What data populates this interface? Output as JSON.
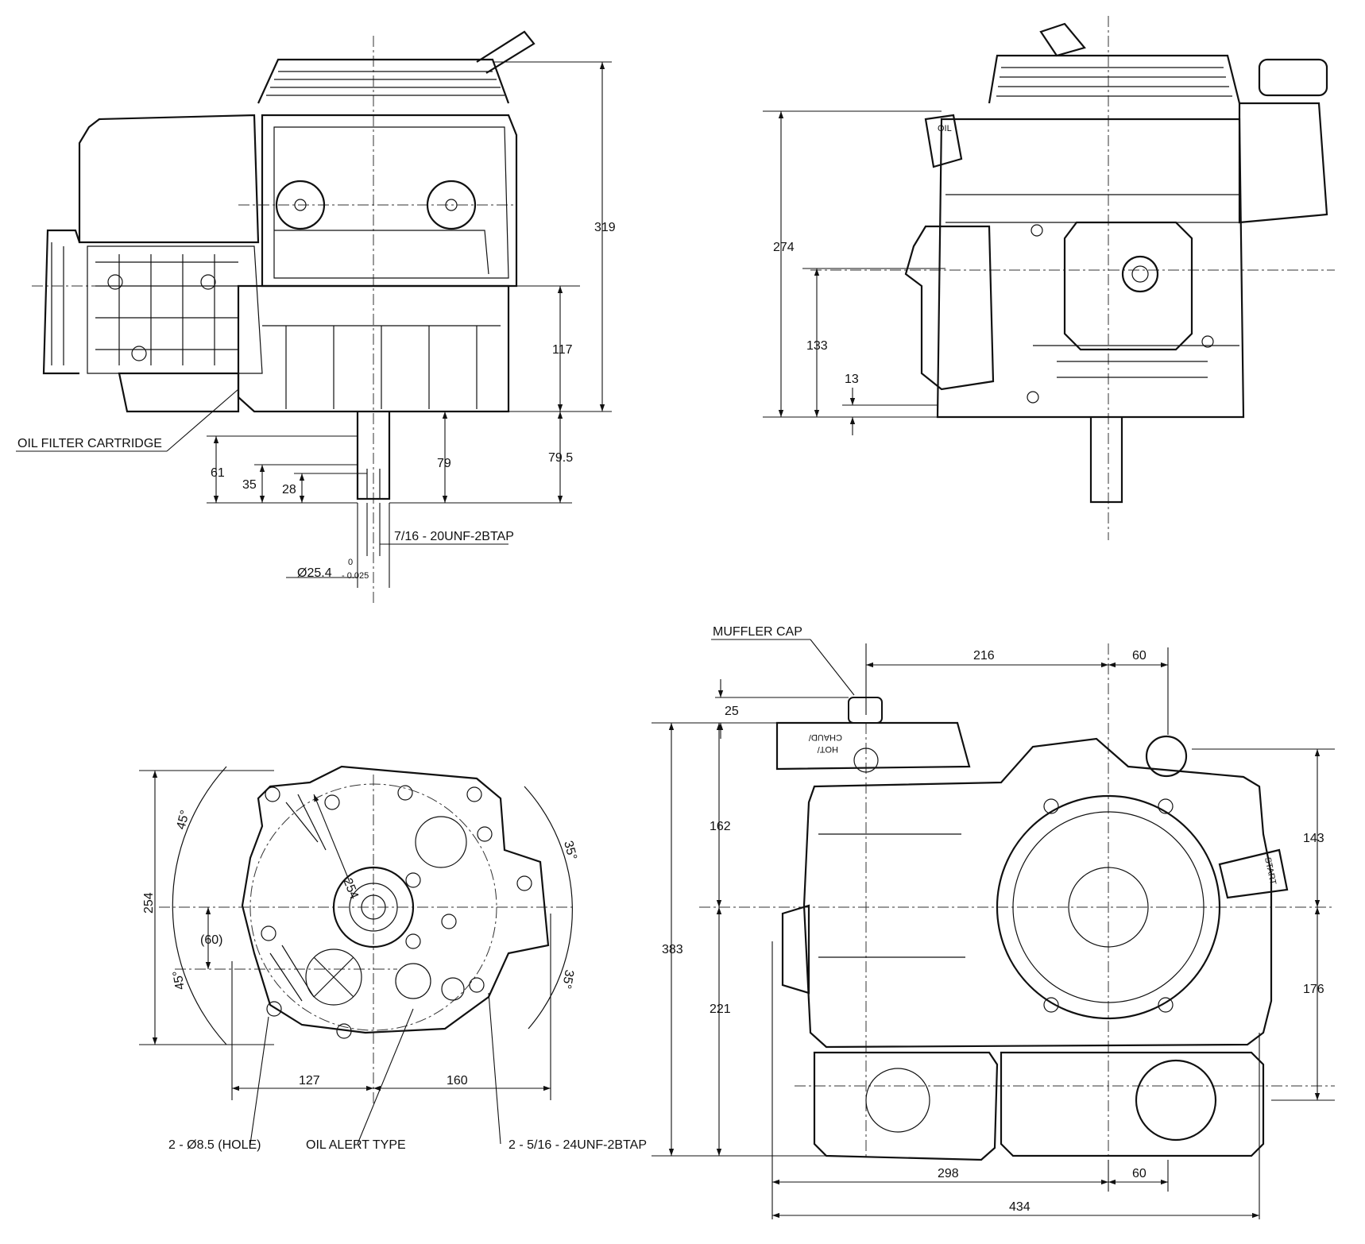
{
  "labels": {
    "oil_filter": "OIL FILTER CARTRIDGE",
    "tap_output": "7/16 - 20UNF-2BTAP",
    "shaft_dia": "Ø25.4",
    "tol_upper": "0",
    "tol_lower": "- 0.025",
    "muffler_cap": "MUFFLER CAP",
    "holes": "2 - Ø8.5 (HOLE)",
    "oil_alert": "OIL ALERT TYPE",
    "tap_base": "2 - 5/16 - 24UNF-2BTAP",
    "oil_cap": "OIL",
    "hot": "HOT/",
    "chaud": "CHAUD/",
    "start": "START"
  },
  "dimensions": {
    "front": {
      "d319": "319",
      "d117": "117",
      "d79_5": "79.5",
      "d79": "79",
      "d61": "61",
      "d35": "35",
      "d28": "28"
    },
    "side": {
      "d274": "274",
      "d133": "133",
      "d13": "13"
    },
    "bottom": {
      "d254_h": "254",
      "d254_r": "254",
      "d60p": "(60)",
      "a45_top": "45°",
      "a45_bot": "45°",
      "a35_top": "35°",
      "a35_bot": "35°",
      "d127": "127",
      "d160": "160"
    },
    "top": {
      "d216": "216",
      "d60_top": "60",
      "d25": "25",
      "d383": "383",
      "d162": "162",
      "d221": "221",
      "d143": "143",
      "d176": "176",
      "d298": "298",
      "d60_bot": "60",
      "d434": "434"
    }
  }
}
